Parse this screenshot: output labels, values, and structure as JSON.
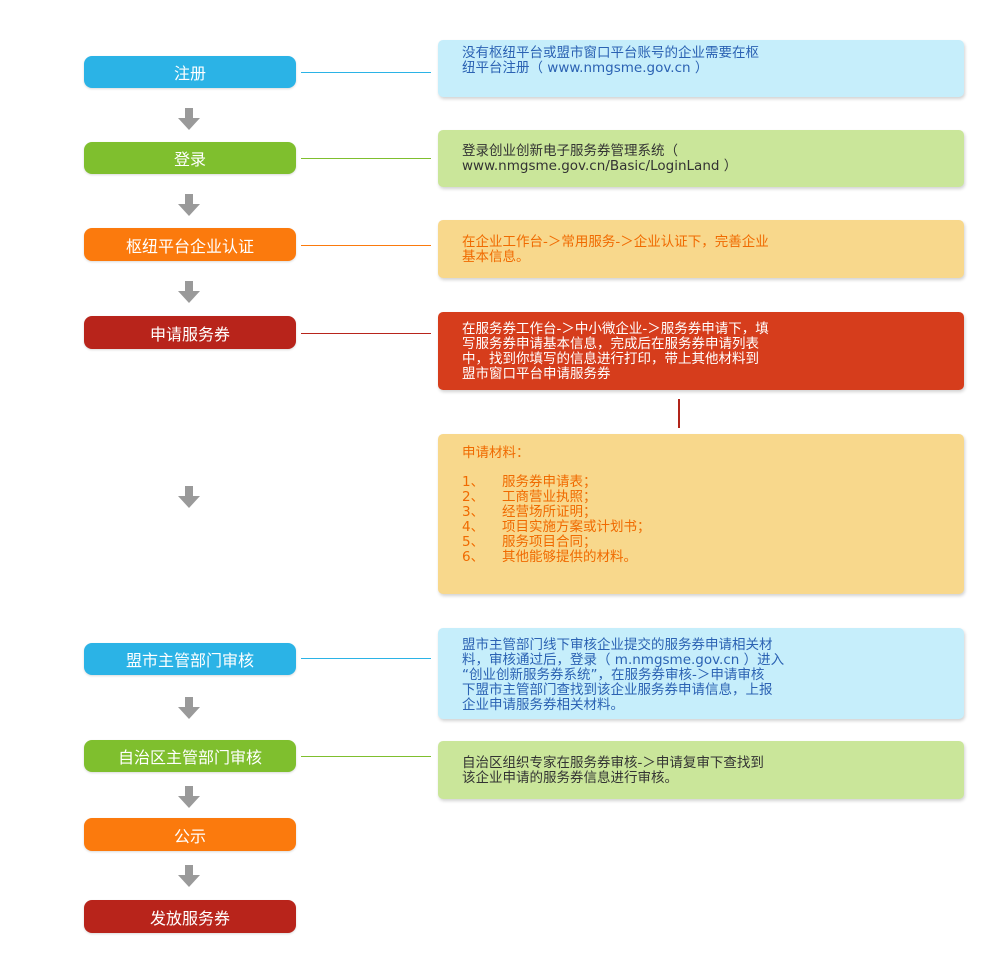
{
  "steps": [
    {
      "label": "注册"
    },
    {
      "label": "登录"
    },
    {
      "label": "枢纽平台企业认证"
    },
    {
      "label": "申请服务券"
    },
    {
      "label": "盟市主管部门审核"
    },
    {
      "label": "自治区主管部门审核"
    },
    {
      "label": "公示"
    },
    {
      "label": "发放服务券"
    }
  ],
  "notes": {
    "register": [
      "没有枢纽平台或盟市窗口平台账号的企业需要在枢",
      "纽平台注册（ www.nmgsme.gov.cn ）"
    ],
    "login": [
      "登录创业创新电子服务券管理系统（",
      "www.nmgsme.gov.cn/Basic/LoginLand ）"
    ],
    "certify": [
      "在企业工作台-＞常用服务-＞企业认证下，完善企业",
      "基本信息。"
    ],
    "apply": [
      "在服务券工作台-＞中小微企业-＞服务券申请下，填",
      "写服务券申请基本信息，完成后在服务券申请列表",
      "中，找到你填写的信息进行打印，带上其他材料到",
      "盟市窗口平台申请服务券"
    ],
    "materials": {
      "title": "申请材料：",
      "items": [
        {
          "num": "1、",
          "text": "服务券申请表；"
        },
        {
          "num": "2、",
          "text": "工商营业执照；"
        },
        {
          "num": "3、",
          "text": "经营场所证明；"
        },
        {
          "num": "4、",
          "text": "项目实施方案或计划书；"
        },
        {
          "num": "5、",
          "text": "服务项目合同；"
        },
        {
          "num": "6、",
          "text": "其他能够提供的材料。"
        }
      ]
    },
    "league_review": [
      "盟市主管部门线下审核企业提交的服务券申请相关材",
      "料，审核通过后，登录（ m.nmgsme.gov.cn ）进入",
      "“创业创新服务券系统”，在服务券审核-＞申请审核",
      "下盟市主管部门查找到该企业服务券申请信息，上报",
      "企业申请服务券相关材料。"
    ],
    "region_review": [
      "自治区组织专家在服务券审核-＞申请复审下查找到",
      "该企业申请的服务券信息进行审核。"
    ]
  },
  "colors": {
    "blue": "#2bb3e6",
    "green": "#7fbf2e",
    "orange": "#fb7a0d",
    "red": "#b8241b",
    "arrow": "#9a9a9a"
  },
  "icons": {
    "arrow": "down-arrow-icon"
  }
}
